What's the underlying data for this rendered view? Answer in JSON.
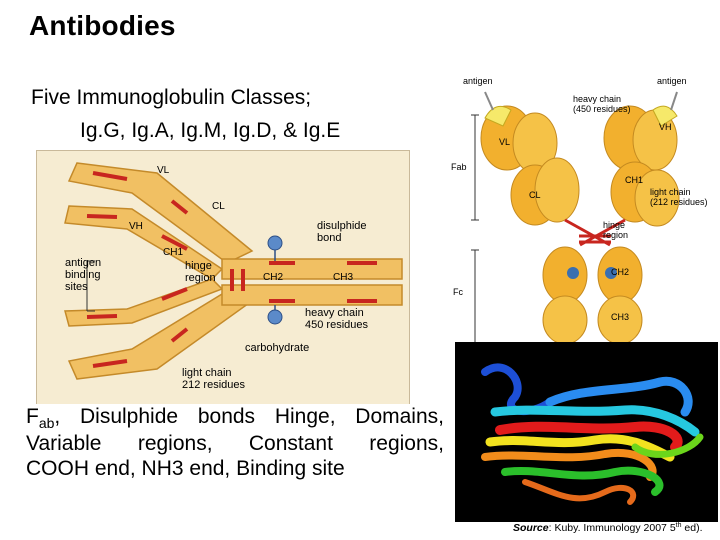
{
  "slide": {
    "title": "Antibodies",
    "subtitle_line1": "Five Immunoglobulin Classes;",
    "subtitle_line2": "Ig.G, Ig.A, Ig.M, Ig.D, & Ig.E"
  },
  "left_figure": {
    "labels": {
      "vl": "VL",
      "cl": "CL",
      "vh": "VH",
      "ch1": "CH1",
      "ch2": "CH2",
      "ch3": "CH3",
      "antigen_binding_sites": [
        "antigen",
        "binding",
        "sites"
      ],
      "hinge_region": [
        "hinge",
        "region"
      ],
      "disulphide_bond": [
        "disulphide",
        "bond"
      ],
      "heavy_chain": [
        "heavy chain",
        "450 residues"
      ],
      "carbohydrate": "carbohydrate",
      "light_chain": [
        "light chain",
        "212 residues"
      ]
    }
  },
  "right_figure": {
    "labels": {
      "antigen_left": "antigen",
      "antigen_right": "antigen",
      "heavy_chain": [
        "heavy chain",
        "(450 residues)"
      ],
      "vl": "VL",
      "vh": "VH",
      "cl": "CL",
      "ch1": "CH1",
      "fab": "Fab",
      "light_chain": [
        "light chain",
        "(212 residues)"
      ],
      "hinge_region": [
        "hinge",
        "region"
      ],
      "ch2": "CH2",
      "fc": "Fc",
      "ch3": "CH3"
    }
  },
  "caption": {
    "f": "F",
    "ab": "ab",
    "line1_rest": ", Disulphide bonds Hinge, Domains,",
    "line2": "Variable regions, Constant regions,",
    "line3": "COOH end, NH3 end, Binding site"
  },
  "source": {
    "label": "Source",
    "text_before": ": Kuby. Immunology 2007 5",
    "sup": "th",
    "text_after": " ed)."
  }
}
